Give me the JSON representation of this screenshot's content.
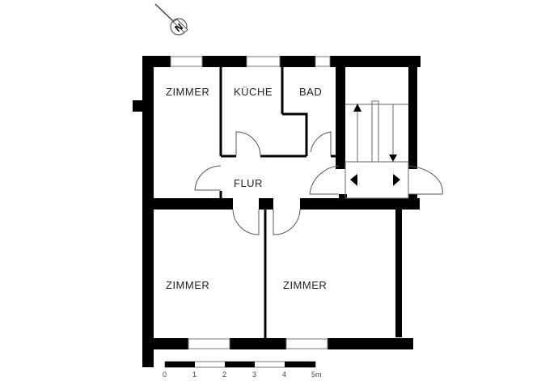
{
  "floorplan": {
    "rooms": [
      {
        "id": "zimmer-top-left",
        "label": "ZIMMER"
      },
      {
        "id": "kueche",
        "label": "KÜCHE"
      },
      {
        "id": "bad",
        "label": "BAD"
      },
      {
        "id": "flur",
        "label": "FLUR"
      },
      {
        "id": "zimmer-bottom-left",
        "label": "ZIMMER"
      },
      {
        "id": "zimmer-bottom-right",
        "label": "ZIMMER"
      }
    ],
    "north_arrow": {
      "icon": "compass-north-icon",
      "label": "N"
    },
    "stairwell": {
      "icon": "stairs-icon"
    },
    "scale_bar": {
      "ticks": [
        "0",
        "1",
        "2",
        "3",
        "4",
        "5m"
      ],
      "colors": {
        "dark": "#000000",
        "light": "#ffffff"
      }
    },
    "colors": {
      "wall": "#000000",
      "line": "#555555",
      "background": "#ffffff"
    }
  }
}
